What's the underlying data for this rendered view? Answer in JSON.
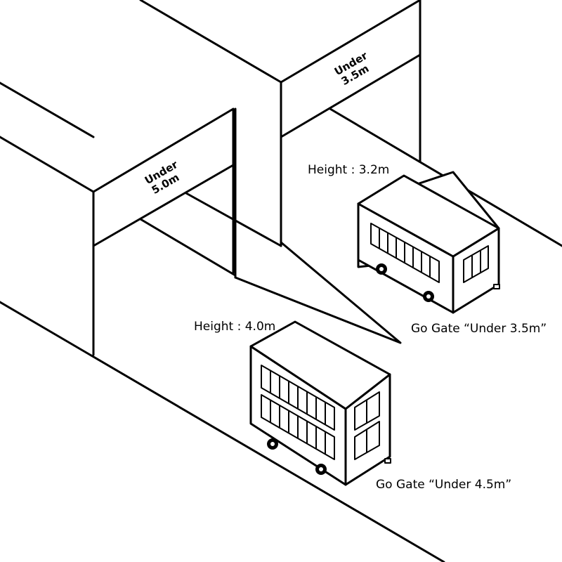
{
  "gates": {
    "back": {
      "sign_line1": "Under",
      "sign_line2": "3.5m"
    },
    "front": {
      "sign_line1": "Under",
      "sign_line2": "5.0m"
    }
  },
  "vehicles": {
    "bus_small": {
      "height_label": "Height : 3.2m",
      "route_label": "Go Gate “Under 3.5m”"
    },
    "bus_double": {
      "height_label": "Height : 4.0m",
      "route_label": "Go Gate “Under 4.5m”"
    }
  }
}
